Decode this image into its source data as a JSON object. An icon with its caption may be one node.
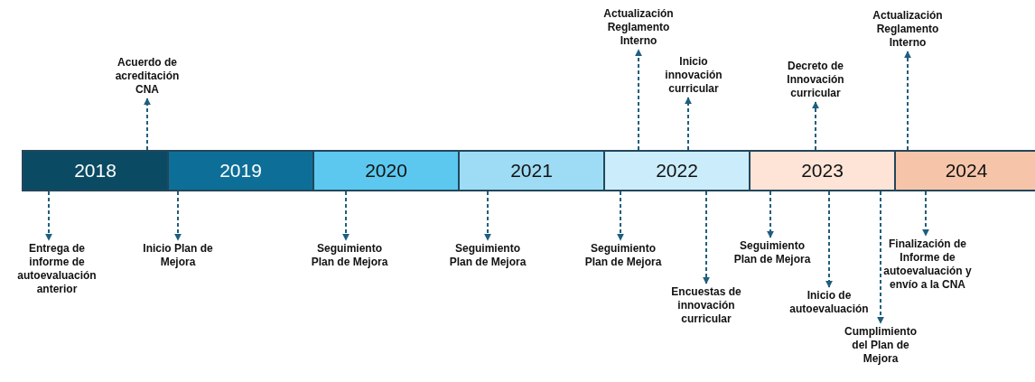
{
  "diagram": {
    "nodes": [
      {
        "text": [
          "2018"
        ]
      },
      {
        "text": [
          "2019"
        ]
      },
      {
        "text": [
          "2020"
        ]
      },
      {
        "text": [
          "2021"
        ]
      },
      {
        "text": [
          "2022"
        ]
      },
      {
        "text": [
          "2023"
        ]
      },
      {
        "text": [
          "2024"
        ]
      },
      {
        "text": [
          "Acuerdo de acreditación CNA"
        ]
      },
      {
        "text": [
          "Actualización Reglamento Interno"
        ]
      },
      {
        "text": [
          "Inicio innovación curricular"
        ]
      },
      {
        "text": [
          "Decreto de Innovación curricular"
        ]
      },
      {
        "text": [
          "Actualización Reglamento Interno"
        ]
      },
      {
        "text": [
          "Entrega de informe de autoevaluación anterior"
        ]
      },
      {
        "text": [
          "Inicio Plan de Mejora"
        ]
      },
      {
        "text": [
          "Seguimiento Plan de Mejora"
        ]
      },
      {
        "text": [
          "Seguimiento Plan de Mejora"
        ]
      },
      {
        "text": [
          "Seguimiento Plan de Mejora"
        ]
      },
      {
        "text": [
          "Encuestas de innovación curricular"
        ]
      },
      {
        "text": [
          "Seguimiento Plan de Mejora"
        ]
      },
      {
        "text": [
          "Inicio de autoevaluación"
        ]
      },
      {
        "text": [
          "Cumplimiento del Plan de Mejora"
        ]
      },
      {
        "text": [
          "Finalización de Informe de autoevaluación y envío a la CNA"
        ]
      }
    ],
    "edges": [
      {
        "from": 0,
        "to": 7,
        "arrow": "to",
        "style": "dashed"
      },
      {
        "from": 4,
        "to": 8,
        "arrow": "to",
        "style": "dashed"
      },
      {
        "from": 4,
        "to": 9,
        "arrow": "to",
        "style": "dashed"
      },
      {
        "from": 5,
        "to": 10,
        "arrow": "to",
        "style": "dashed"
      },
      {
        "from": 6,
        "to": 11,
        "arrow": "to",
        "style": "dashed"
      },
      {
        "from": 0,
        "to": 12,
        "arrow": "to",
        "style": "dashed"
      },
      {
        "from": 1,
        "to": 13,
        "arrow": "to",
        "style": "dashed"
      },
      {
        "from": 2,
        "to": 14,
        "arrow": "to",
        "style": "dashed"
      },
      {
        "from": 3,
        "to": 15,
        "arrow": "to",
        "style": "dashed"
      },
      {
        "from": 4,
        "to": 16,
        "arrow": "to",
        "style": "dashed"
      },
      {
        "from": 4,
        "to": 17,
        "arrow": "to",
        "style": "dashed"
      },
      {
        "from": 5,
        "to": 18,
        "arrow": "to",
        "style": "dashed"
      },
      {
        "from": 5,
        "to": 19,
        "arrow": "to",
        "style": "dashed"
      },
      {
        "from": 5,
        "to": 20,
        "arrow": "to",
        "style": "dashed"
      },
      {
        "from": 6,
        "to": 21,
        "arrow": "to",
        "style": "dashed"
      }
    ]
  }
}
